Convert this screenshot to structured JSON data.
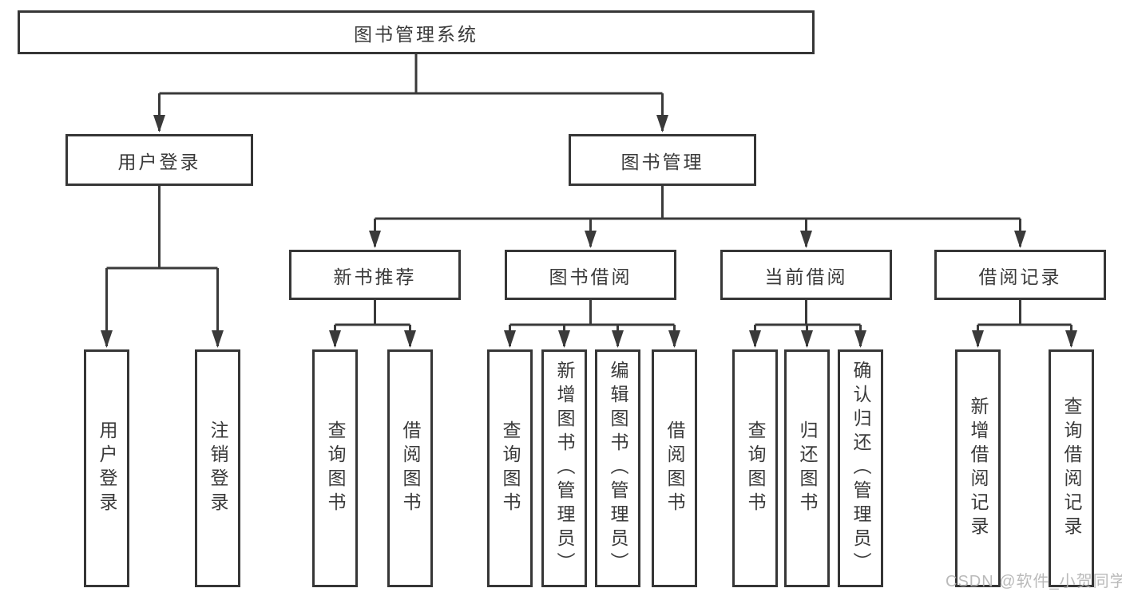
{
  "diagram_type": "hierarchy-tree",
  "colors": {
    "line": "#3a3a3a",
    "border": "#363636",
    "text": "#3a3a3a",
    "background": "#ffffff",
    "watermark": "#b3b3b3"
  },
  "tree": {
    "root": {
      "label": "图书管理系统"
    },
    "level2": [
      {
        "label": "用户登录",
        "children": [
          {
            "label": "用户登录"
          },
          {
            "label": "注销登录"
          }
        ]
      },
      {
        "label": "图书管理",
        "children": [
          {
            "label": "新书推荐",
            "children": [
              {
                "label": "查询图书"
              },
              {
                "label": "借阅图书"
              }
            ]
          },
          {
            "label": "图书借阅",
            "children": [
              {
                "label": "查询图书"
              },
              {
                "label": "新增图书（管理员）"
              },
              {
                "label": "编辑图书（管理员）"
              },
              {
                "label": "借阅图书"
              }
            ]
          },
          {
            "label": "当前借阅",
            "children": [
              {
                "label": "查询图书"
              },
              {
                "label": "归还图书"
              },
              {
                "label": "确认归还（管理员）"
              }
            ]
          },
          {
            "label": "借阅记录",
            "children": [
              {
                "label": "新增借阅记录"
              },
              {
                "label": "查询借阅记录"
              }
            ]
          }
        ]
      }
    ]
  },
  "watermark": {
    "text": "CSDN @软件_小贺同学"
  }
}
